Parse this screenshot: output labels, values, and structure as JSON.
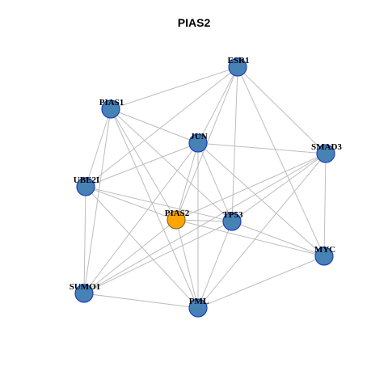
{
  "title": "PIAS2",
  "colors": {
    "node_default": "#4682b4",
    "node_default_stroke": "#1f3fbf",
    "node_focus": "#ffa500",
    "node_focus_stroke": "#8a6a2a",
    "edge": "#bdbdbd"
  },
  "nodes": [
    {
      "id": "ESR1",
      "label": "ESR1",
      "focus": false
    },
    {
      "id": "PIAS1",
      "label": "PIAS1",
      "focus": false
    },
    {
      "id": "JUN",
      "label": "JUN",
      "focus": false
    },
    {
      "id": "SMAD3",
      "label": "SMAD3",
      "focus": false
    },
    {
      "id": "UBE2I",
      "label": "UBE2I",
      "focus": false
    },
    {
      "id": "PIAS2",
      "label": "PIAS2",
      "focus": true
    },
    {
      "id": "TP53",
      "label": "TP53",
      "focus": false
    },
    {
      "id": "MYC",
      "label": "MYC",
      "focus": false
    },
    {
      "id": "SUMO1",
      "label": "SUMO1",
      "focus": false
    },
    {
      "id": "PML",
      "label": "PML",
      "focus": false
    }
  ],
  "edges": [
    [
      "ESR1",
      "PIAS1"
    ],
    [
      "ESR1",
      "JUN"
    ],
    [
      "ESR1",
      "SMAD3"
    ],
    [
      "ESR1",
      "UBE2I"
    ],
    [
      "ESR1",
      "PIAS2"
    ],
    [
      "ESR1",
      "TP53"
    ],
    [
      "ESR1",
      "MYC"
    ],
    [
      "PIAS1",
      "JUN"
    ],
    [
      "PIAS1",
      "UBE2I"
    ],
    [
      "PIAS1",
      "PIAS2"
    ],
    [
      "PIAS1",
      "TP53"
    ],
    [
      "PIAS1",
      "SUMO1"
    ],
    [
      "PIAS1",
      "PML"
    ],
    [
      "JUN",
      "SMAD3"
    ],
    [
      "JUN",
      "UBE2I"
    ],
    [
      "JUN",
      "PIAS2"
    ],
    [
      "JUN",
      "TP53"
    ],
    [
      "JUN",
      "MYC"
    ],
    [
      "JUN",
      "SUMO1"
    ],
    [
      "JUN",
      "PML"
    ],
    [
      "SMAD3",
      "PIAS2"
    ],
    [
      "SMAD3",
      "TP53"
    ],
    [
      "SMAD3",
      "MYC"
    ],
    [
      "SMAD3",
      "PML"
    ],
    [
      "SMAD3",
      "SUMO1"
    ],
    [
      "UBE2I",
      "PIAS2"
    ],
    [
      "UBE2I",
      "TP53"
    ],
    [
      "UBE2I",
      "SUMO1"
    ],
    [
      "UBE2I",
      "PML"
    ],
    [
      "PIAS2",
      "TP53"
    ],
    [
      "PIAS2",
      "MYC"
    ],
    [
      "PIAS2",
      "SUMO1"
    ],
    [
      "PIAS2",
      "PML"
    ],
    [
      "TP53",
      "MYC"
    ],
    [
      "TP53",
      "PML"
    ],
    [
      "TP53",
      "SUMO1"
    ],
    [
      "MYC",
      "PML"
    ],
    [
      "SUMO1",
      "PML"
    ]
  ]
}
